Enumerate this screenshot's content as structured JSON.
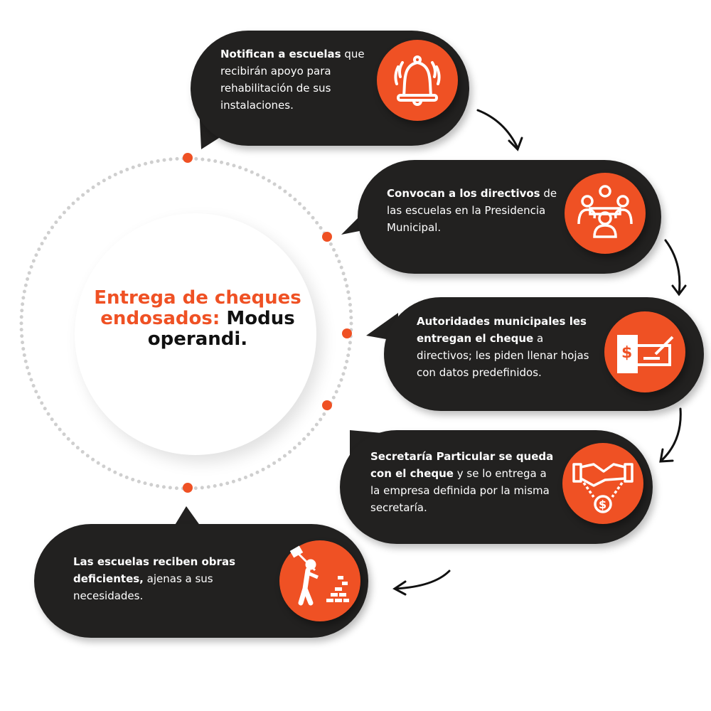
{
  "title": {
    "part1": "Entrega de cheques endosados:",
    "part2": "Modus operandi."
  },
  "colors": {
    "accent": "#ef5124",
    "bubble": "#222120"
  },
  "steps": [
    {
      "bold": "Notifican a escuelas",
      "rest": " que recibirán apoyo para rehabilitación de sus instalaciones.",
      "icon": "bell-icon"
    },
    {
      "bold": "Convocan a los directivos",
      "rest": " de las escuelas en la Presidencia Municipal.",
      "icon": "meeting-icon"
    },
    {
      "bold": "Autoridades municipales les entregan el cheque",
      "rest": " a directivos; les piden llenar hojas con datos predefinidos.",
      "icon": "check-signing-icon"
    },
    {
      "bold": "Secretaría Particular se queda con el cheque",
      "rest": " y se lo entrega a la empresa definida por la misma secretaría.",
      "icon": "handshake-money-icon"
    },
    {
      "bold": "Las escuelas reciben obras deficientes,",
      "rest": " ajenas a sus necesidades.",
      "icon": "demolition-icon"
    }
  ]
}
